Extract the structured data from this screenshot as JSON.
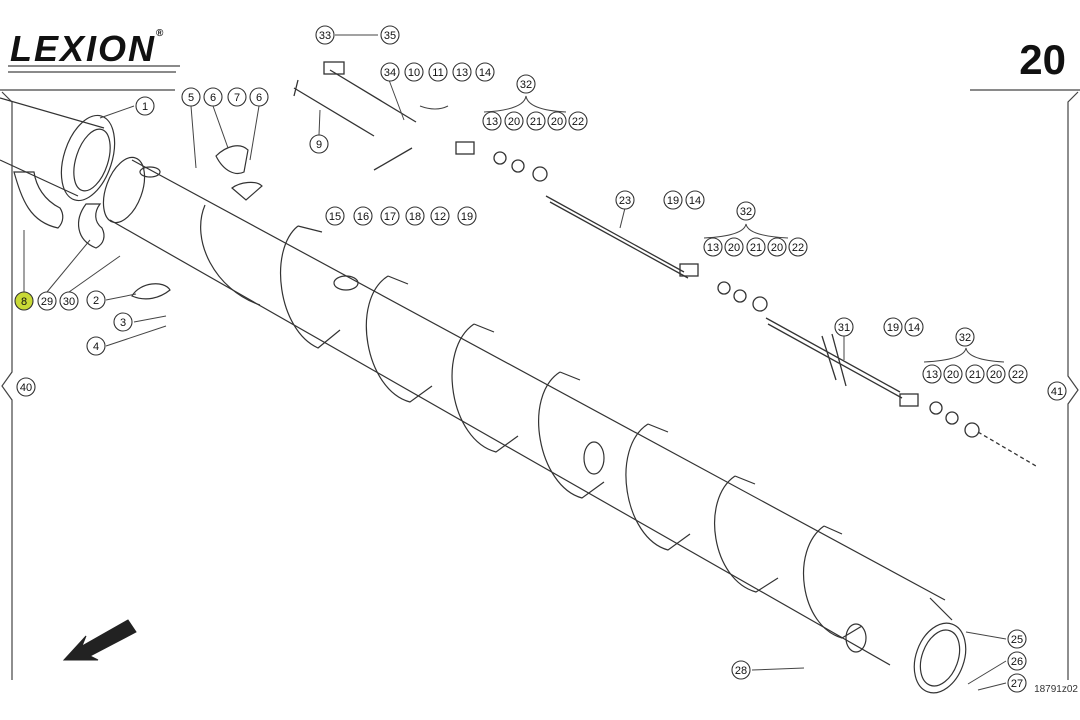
{
  "header": {
    "brand": "LEXION",
    "brand_mark": "®",
    "page_number": "20"
  },
  "footer": {
    "reference": "18791z02"
  },
  "highlight_color": "#c8d936",
  "callouts": [
    {
      "label": "1",
      "hl": false
    },
    {
      "label": "5",
      "hl": false
    },
    {
      "label": "6",
      "hl": false
    },
    {
      "label": "7",
      "hl": false
    },
    {
      "label": "6",
      "hl": false
    },
    {
      "label": "8",
      "hl": true
    },
    {
      "label": "29",
      "hl": false
    },
    {
      "label": "30",
      "hl": false
    },
    {
      "label": "2",
      "hl": false
    },
    {
      "label": "3",
      "hl": false
    },
    {
      "label": "4",
      "hl": false
    },
    {
      "label": "33",
      "hl": false
    },
    {
      "label": "35",
      "hl": false
    },
    {
      "label": "34",
      "hl": false
    },
    {
      "label": "10",
      "hl": false
    },
    {
      "label": "11",
      "hl": false
    },
    {
      "label": "13",
      "hl": false
    },
    {
      "label": "14",
      "hl": false
    },
    {
      "label": "9",
      "hl": false
    },
    {
      "label": "32",
      "hl": false
    },
    {
      "label": "13",
      "hl": false
    },
    {
      "label": "20",
      "hl": false
    },
    {
      "label": "21",
      "hl": false
    },
    {
      "label": "20",
      "hl": false
    },
    {
      "label": "22",
      "hl": false
    },
    {
      "label": "15",
      "hl": false
    },
    {
      "label": "16",
      "hl": false
    },
    {
      "label": "17",
      "hl": false
    },
    {
      "label": "18",
      "hl": false
    },
    {
      "label": "12",
      "hl": false
    },
    {
      "label": "19",
      "hl": false
    },
    {
      "label": "23",
      "hl": false
    },
    {
      "label": "19",
      "hl": false
    },
    {
      "label": "14",
      "hl": false
    },
    {
      "label": "32",
      "hl": false
    },
    {
      "label": "13",
      "hl": false
    },
    {
      "label": "20",
      "hl": false
    },
    {
      "label": "21",
      "hl": false
    },
    {
      "label": "20",
      "hl": false
    },
    {
      "label": "22",
      "hl": false
    },
    {
      "label": "31",
      "hl": false
    },
    {
      "label": "19",
      "hl": false
    },
    {
      "label": "14",
      "hl": false
    },
    {
      "label": "32",
      "hl": false
    },
    {
      "label": "13",
      "hl": false
    },
    {
      "label": "20",
      "hl": false
    },
    {
      "label": "21",
      "hl": false
    },
    {
      "label": "20",
      "hl": false
    },
    {
      "label": "22",
      "hl": false
    },
    {
      "label": "40",
      "hl": false
    },
    {
      "label": "41",
      "hl": false
    },
    {
      "label": "25",
      "hl": false
    },
    {
      "label": "26",
      "hl": false
    },
    {
      "label": "27",
      "hl": false
    },
    {
      "label": "28",
      "hl": false
    }
  ]
}
